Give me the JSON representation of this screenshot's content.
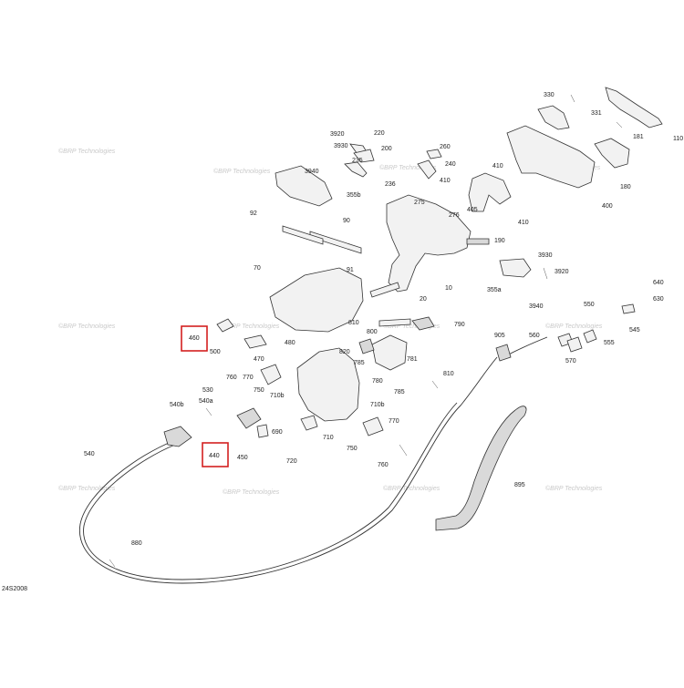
{
  "diagram": {
    "code": "24S2008",
    "watermark": "©BRP Technologies",
    "highlighted_labels": [
      "460",
      "440"
    ],
    "highlight_color": "#d42020",
    "labels": [
      "330",
      "331",
      "110",
      "181",
      "180",
      "400",
      "3920",
      "3930",
      "220",
      "200",
      "235",
      "240",
      "260",
      "410",
      "410",
      "410",
      "405",
      "275",
      "276",
      "3940",
      "355b",
      "236",
      "90",
      "92",
      "91",
      "70",
      "10",
      "190",
      "355a",
      "3930",
      "3920",
      "3940",
      "20",
      "810",
      "790",
      "460",
      "500",
      "480",
      "470",
      "770",
      "760",
      "750",
      "710b",
      "800",
      "781",
      "785",
      "780",
      "820",
      "810",
      "785",
      "710",
      "530",
      "540a",
      "540b",
      "440",
      "450",
      "690",
      "720",
      "710b",
      "770",
      "750",
      "760",
      "540",
      "905",
      "560",
      "550",
      "570",
      "555",
      "545",
      "640",
      "630",
      "895",
      "880"
    ]
  }
}
